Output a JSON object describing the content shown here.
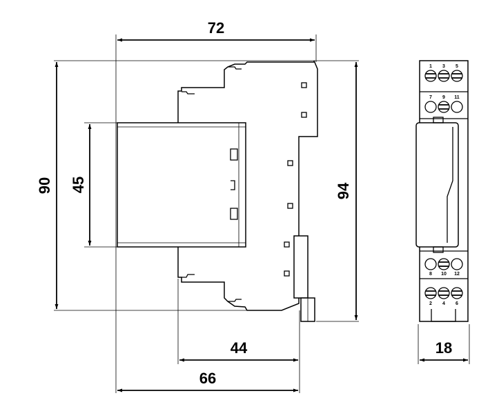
{
  "dimensions": {
    "width_total": "72",
    "height_outer": "90",
    "height_front": "45",
    "height_overall": "94",
    "depth_front": "44",
    "depth_total": "66",
    "module_width": "18"
  },
  "terminals": {
    "top_row_1": [
      "1",
      "3",
      "5"
    ],
    "top_row_2": [
      "7",
      "9",
      "11"
    ],
    "bottom_row_1": [
      "8",
      "10",
      "12"
    ],
    "bottom_row_2": [
      "2",
      "4",
      "6"
    ]
  }
}
